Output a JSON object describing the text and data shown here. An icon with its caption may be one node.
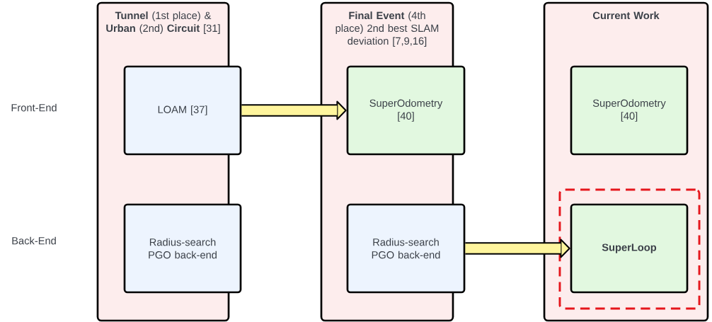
{
  "diagram": {
    "nodes": [
      {
        "text": [
          "**Tunnel** (1st place) & **Urban** (2nd) **Circuit** [31]"
        ]
      },
      {
        "text": [
          "LOAM [37]"
        ],
        "in": 0
      },
      {
        "text": [
          "Radius-search PGO back-end"
        ],
        "in": 0
      },
      {
        "text": [
          "**Final Event** (4th place) 2nd best SLAM deviation [7,9,16]"
        ]
      },
      {
        "text": [
          "SuperOdometry [40]"
        ],
        "in": 3
      },
      {
        "text": [
          "Radius-search PGO back-end"
        ],
        "in": 3
      },
      {
        "text": [
          "Current Work"
        ]
      },
      {
        "text": [
          "SuperOdometry [40]"
        ],
        "in": 6
      },
      {
        "text": [],
        "shape": "box",
        "in": 6
      },
      {
        "text": [
          "SuperLoop"
        ],
        "in": 8
      }
    ],
    "edges": [
      {
        "from": 1,
        "to": 4,
        "arrow": "to"
      },
      {
        "from": 5,
        "to": 9,
        "arrow": "to"
      }
    ],
    "labels": [
      "Front-End",
      "Back-End"
    ]
  }
}
